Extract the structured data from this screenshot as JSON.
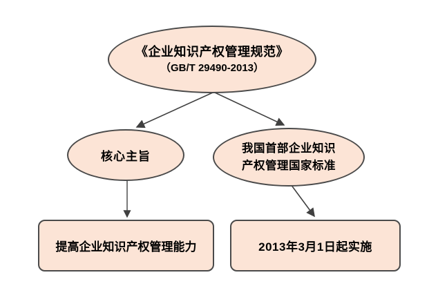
{
  "colors": {
    "node_fill": "#fce4d6",
    "node_border": "#4a4a4a",
    "arrow": "#404040",
    "text": "#000000",
    "background": "#ffffff"
  },
  "nodes": {
    "root": {
      "title": "《企业知识产权管理规范》",
      "subtitle": "（GB/T 29490-2013）"
    },
    "core_theme": {
      "label": "核心主旨"
    },
    "first_standard": {
      "line1": "我国首部企业知识",
      "line2": "产权管理国家标准"
    },
    "improve_ability": {
      "label": "提高企业知识产权管理能力"
    },
    "implementation_date": {
      "label": "2013年3月1日起实施"
    }
  }
}
